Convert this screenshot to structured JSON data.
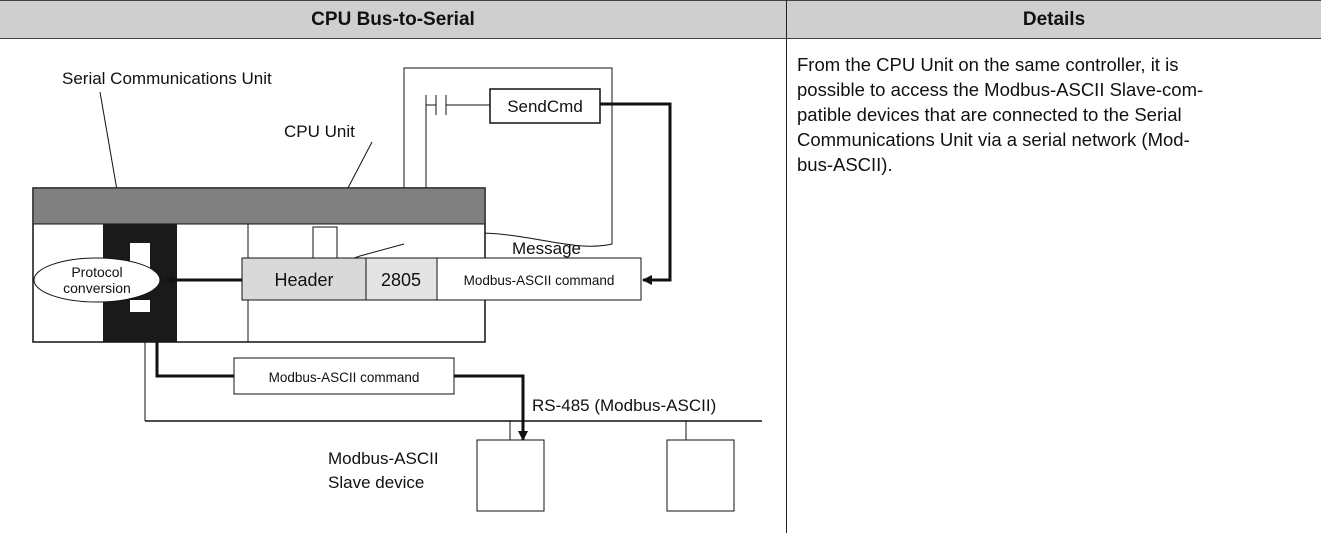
{
  "table": {
    "header_left": "CPU Bus-to-Serial",
    "header_right": "Details"
  },
  "details": {
    "lines": [
      "From the CPU Unit on the same controller, it is",
      "possible to access the Modbus-ASCII Slave-com-",
      "patible devices that are connected to the Serial",
      "Communications Unit via a serial network (Mod-",
      "bus-ASCII)."
    ]
  },
  "diagram": {
    "serial_unit_label": "Serial Communications Unit",
    "cpu_unit_label": "CPU Unit",
    "instruction": "SendCmd",
    "message_label": "Message",
    "protocol_line1": "Protocol",
    "protocol_line2": "conversion",
    "header_cell": "Header",
    "code_cell": "2805",
    "command_cell": "Modbus-ASCII command",
    "lower_command": "Modbus-ASCII command",
    "network_label": "RS-485 (Modbus-ASCII)",
    "slave_line1": "Modbus-ASCII",
    "slave_line2": "Slave device",
    "colors": {
      "header_bg": "#cfcfcf",
      "rack_bar": "#808080",
      "unit_dark": "#1a1a1a",
      "header_cell_bg": "#d9d9d9",
      "code_cell_bg": "#e4e4e4"
    }
  }
}
